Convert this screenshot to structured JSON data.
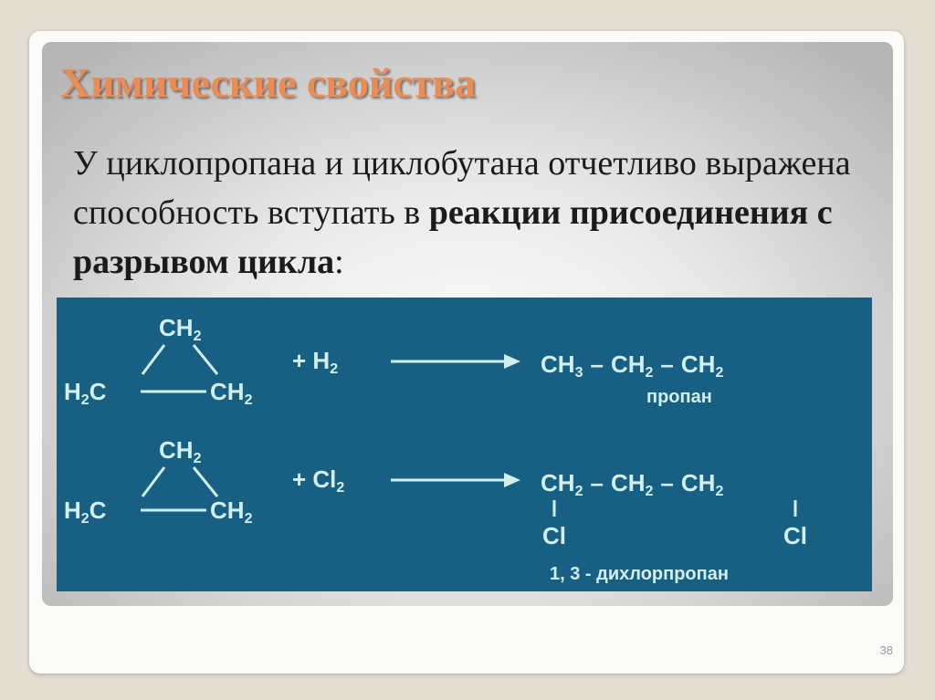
{
  "slide": {
    "title": "Химические свойства",
    "text_intro": "У циклопропана и циклобутана отчетливо выражена способность вступать в ",
    "text_bold": "реакции присоединения с разрывом цикла",
    "text_end": ":",
    "page_number": "38"
  },
  "figure": {
    "colors": {
      "background": "#185f84",
      "ink": "#d3efec"
    },
    "reaction1": {
      "ring_top": "CH",
      "ring_top_sub": "2",
      "ring_left": "H",
      "ring_left_sub": "2",
      "ring_left_end": "C",
      "ring_right": "CH",
      "ring_right_sub": "2",
      "reagent": "+ H",
      "reagent_sub": "2",
      "p1": "CH",
      "p1_sub": "3",
      "p2": "CH",
      "p2_sub": "2",
      "p3": "CH",
      "p3_sub": "2",
      "dash": "–",
      "product_name": "пропан"
    },
    "reaction2": {
      "ring_top": "CH",
      "ring_top_sub": "2",
      "ring_left": "H",
      "ring_left_sub": "2",
      "ring_left_end": "C",
      "ring_right": "CH",
      "ring_right_sub": "2",
      "reagent": "+ Cl",
      "reagent_sub": "2",
      "p1": "CH",
      "p1_sub": "2",
      "p2": "CH",
      "p2_sub": "2",
      "p3": "CH",
      "p3_sub": "2",
      "dash": "–",
      "sub_left": "Cl",
      "sub_right": "Cl",
      "product_name": "1, 3 - дихлорпропан"
    }
  }
}
